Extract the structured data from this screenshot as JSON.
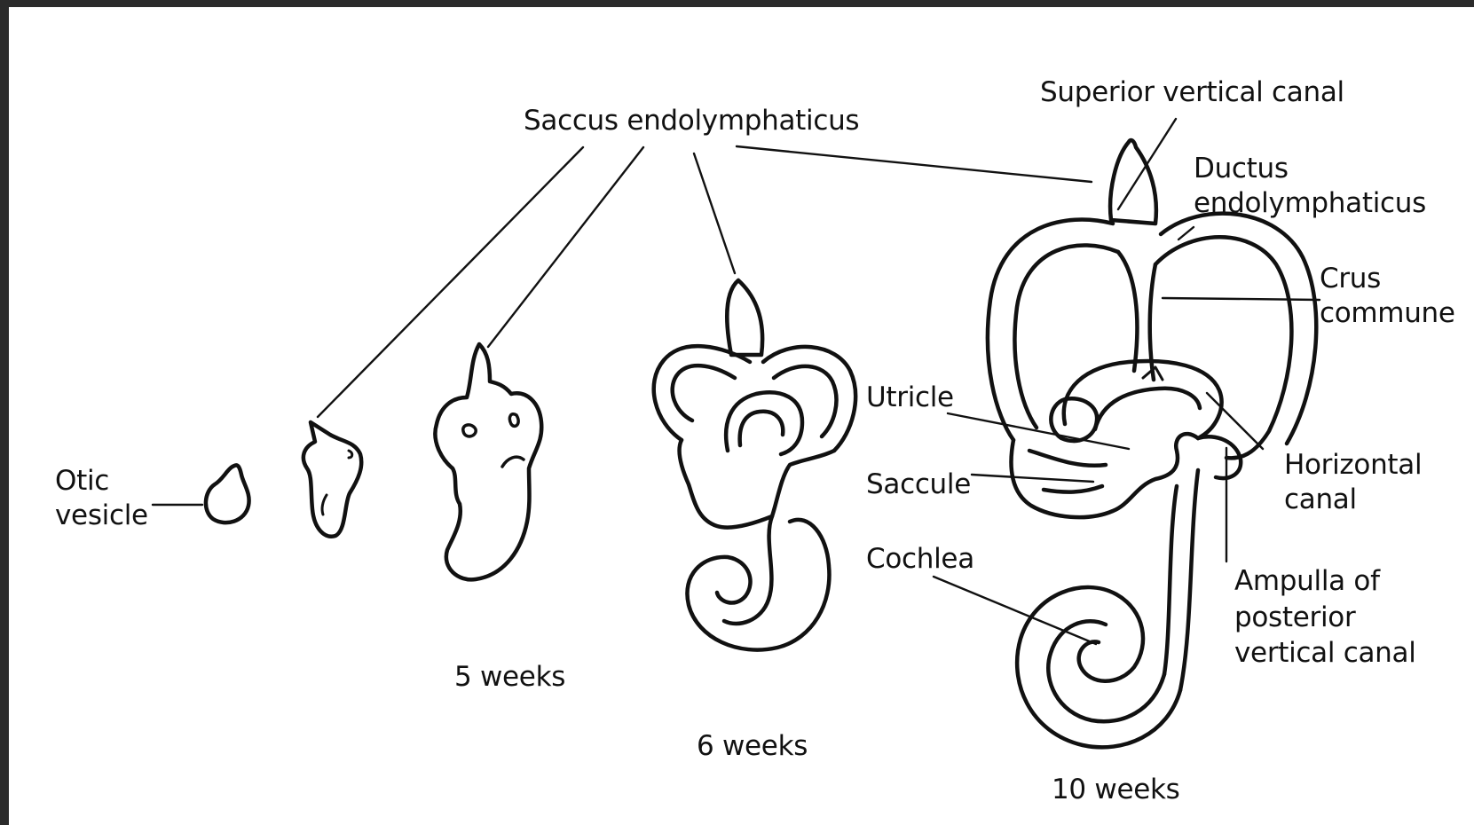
{
  "diagram": {
    "labels": {
      "saccus": "Saccus endolymphaticus",
      "superior_canal": "Superior vertical canal",
      "ductus_line1": "Ductus",
      "ductus_line2": "endolymphaticus",
      "crus_line1": "Crus",
      "crus_line2": "commune",
      "utricle": "Utricle",
      "saccule": "Saccule",
      "cochlea": "Cochlea",
      "horizontal_line1": "Horizontal",
      "horizontal_line2": "canal",
      "ampulla_line1": "Ampulla of",
      "ampulla_line2": "posterior",
      "ampulla_line3": "vertical canal",
      "otic_line1": "Otic",
      "otic_line2": "vesicle"
    },
    "stages": {
      "five_weeks": "5 weeks",
      "six_weeks": "6 weeks",
      "ten_weeks": "10 weeks"
    },
    "colors": {
      "background": "#ffffff",
      "frame": "#2b2b2b",
      "ink": "#111111"
    }
  }
}
